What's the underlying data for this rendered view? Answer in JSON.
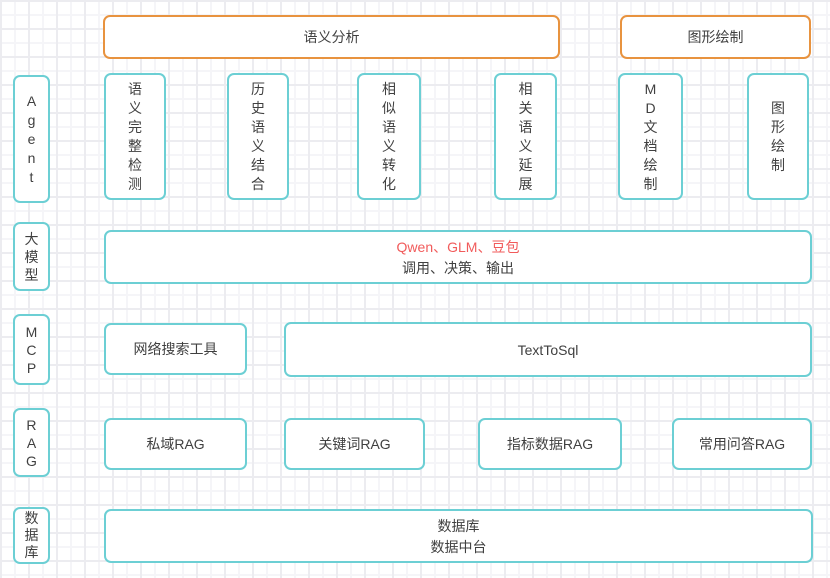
{
  "headers": [
    {
      "label": "语义分析"
    },
    {
      "label": "图形绘制"
    }
  ],
  "rows": {
    "agent": {
      "label": "Agent",
      "items": [
        "语义完整检测",
        "历史语义结合",
        "相似语义转化",
        "相关语义延展",
        "MD文档绘制",
        "图形绘制"
      ]
    },
    "model": {
      "label": "大模型",
      "box": {
        "line1": "Qwen、GLM、豆包",
        "line2": "调用、决策、输出"
      }
    },
    "mcp": {
      "label": "MCP",
      "items": [
        "网络搜索工具",
        "TextToSql"
      ]
    },
    "rag": {
      "label": "RAG",
      "items": [
        "私域RAG",
        "关键词RAG",
        "指标数据RAG",
        "常用问答RAG"
      ]
    },
    "database": {
      "label": "数据库",
      "box": {
        "line1": "数据库",
        "line2": "数据中台"
      }
    }
  },
  "colors": {
    "accent_orange": "#e8933f",
    "accent_teal": "#6ccfd4",
    "model_highlight_red": "#f15b5b",
    "text": "#404040",
    "grid_line": "#ececf0"
  }
}
